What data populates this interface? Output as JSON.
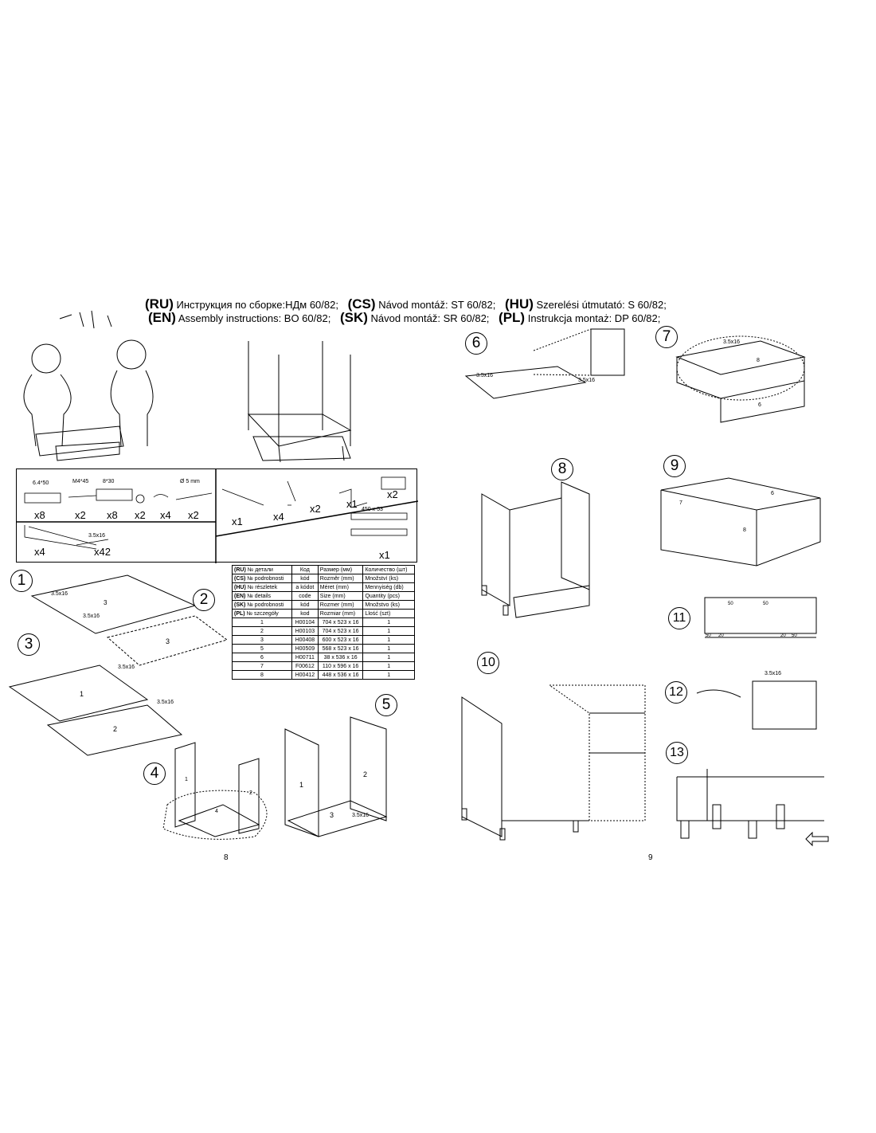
{
  "header": {
    "line1": [
      {
        "code": "(RU)",
        "text": "Инструкция по сборке:НДм 60/82;"
      },
      {
        "code": "(CS)",
        "text": "Návod montáž: ST 60/82;"
      },
      {
        "code": "(HU)",
        "text": "Szerelési útmutató: S 60/82;"
      }
    ],
    "line2": [
      {
        "code": "(EN)",
        "text": "Assembly instructions: BO 60/82;"
      },
      {
        "code": "(SK)",
        "text": "Návod montáž: SR 60/82;"
      },
      {
        "code": "(PL)",
        "text": "Instrukcja montaż: DP 60/82;"
      }
    ]
  },
  "hardware": {
    "labels": [
      "6.4*50",
      "M4*45",
      "8*30",
      "Ø 5 mm",
      "3.5x16",
      "450 x 53"
    ],
    "quantities": [
      "x8",
      "x2",
      "x8",
      "x2",
      "x4",
      "x2",
      "x4",
      "x42",
      "x1",
      "x4",
      "x2",
      "x1",
      "x2",
      "x1"
    ]
  },
  "parts_table": {
    "header_rows": [
      [
        "(RU)",
        "№ детали",
        "Код",
        "Размер  (мм)",
        "Количество (шт)"
      ],
      [
        "(CS)",
        "№ podrobnosti",
        "kód",
        "Rozměr (mm)",
        "Množství (ks)"
      ],
      [
        "(HU)",
        "№ részletek",
        "a kódot",
        "Méret (mm)",
        "Mennyiség (db)"
      ],
      [
        "(EN)",
        "№ details",
        "code",
        "Size (mm)",
        "Quantity  (pcs)"
      ],
      [
        "(SK)",
        "№ podrobnosti",
        "kód",
        "Rozmer (mm)",
        "Množstvo (ks)"
      ],
      [
        "(PL)",
        "№ szczegóły",
        "kod",
        "Rozmiar (mm)",
        "Llość (szt)"
      ]
    ],
    "rows": [
      [
        "1",
        "H00104",
        "704 x 523 x 16",
        "1"
      ],
      [
        "2",
        "H00103",
        "704 x 523 x 16",
        "1"
      ],
      [
        "3",
        "H00408",
        "600 x 523 x 16",
        "1"
      ],
      [
        "5",
        "H00509",
        "568 x 523 x 16",
        "1"
      ],
      [
        "6",
        "H00711",
        "38 x 536 x 16",
        "1"
      ],
      [
        "7",
        "F00612",
        "110 x 596 x 16",
        "1"
      ],
      [
        "8",
        "H00412",
        "448 x 536 x 16",
        "1"
      ]
    ]
  },
  "steps": [
    "1",
    "2",
    "3",
    "4",
    "5",
    "6",
    "7",
    "8",
    "9",
    "10",
    "11",
    "12",
    "13"
  ],
  "screw_label": "3.5x16",
  "panel_labels": [
    "1",
    "2",
    "3",
    "4",
    "6",
    "7",
    "8"
  ],
  "dimensions": [
    "50",
    "20",
    "50",
    "20",
    "50",
    "50"
  ],
  "page_numbers": [
    "8",
    "9"
  ]
}
